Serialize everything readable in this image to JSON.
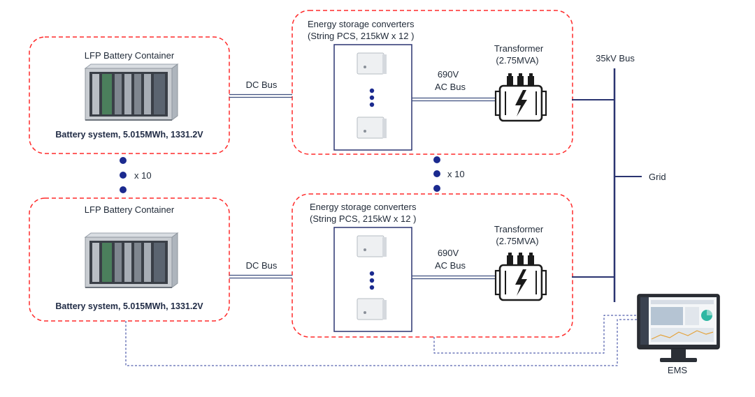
{
  "battery_container_title": "LFP Battery Container",
  "battery_system_caption": "Battery system, 5.015MWh, 1331.2V",
  "dc_bus_label": "DC Bus",
  "pcs_title_line1": "Energy storage converters",
  "pcs_title_line2": "(String PCS, 215kW x 12 )",
  "ac_bus_line1": "690V",
  "ac_bus_line2": "AC Bus",
  "transformer_line1": "Transformer",
  "transformer_line2": "(2.75MVA)",
  "bus_35kv_label": "35kV Bus",
  "grid_label": "Grid",
  "multiplier_label": "x 10",
  "ems_label": "EMS",
  "colors": {
    "dashed_border": "#ff2a2a",
    "bus_line": "#3f4f7f",
    "dot": "#1b2a8f",
    "comm_line": "#2a3a9a"
  }
}
